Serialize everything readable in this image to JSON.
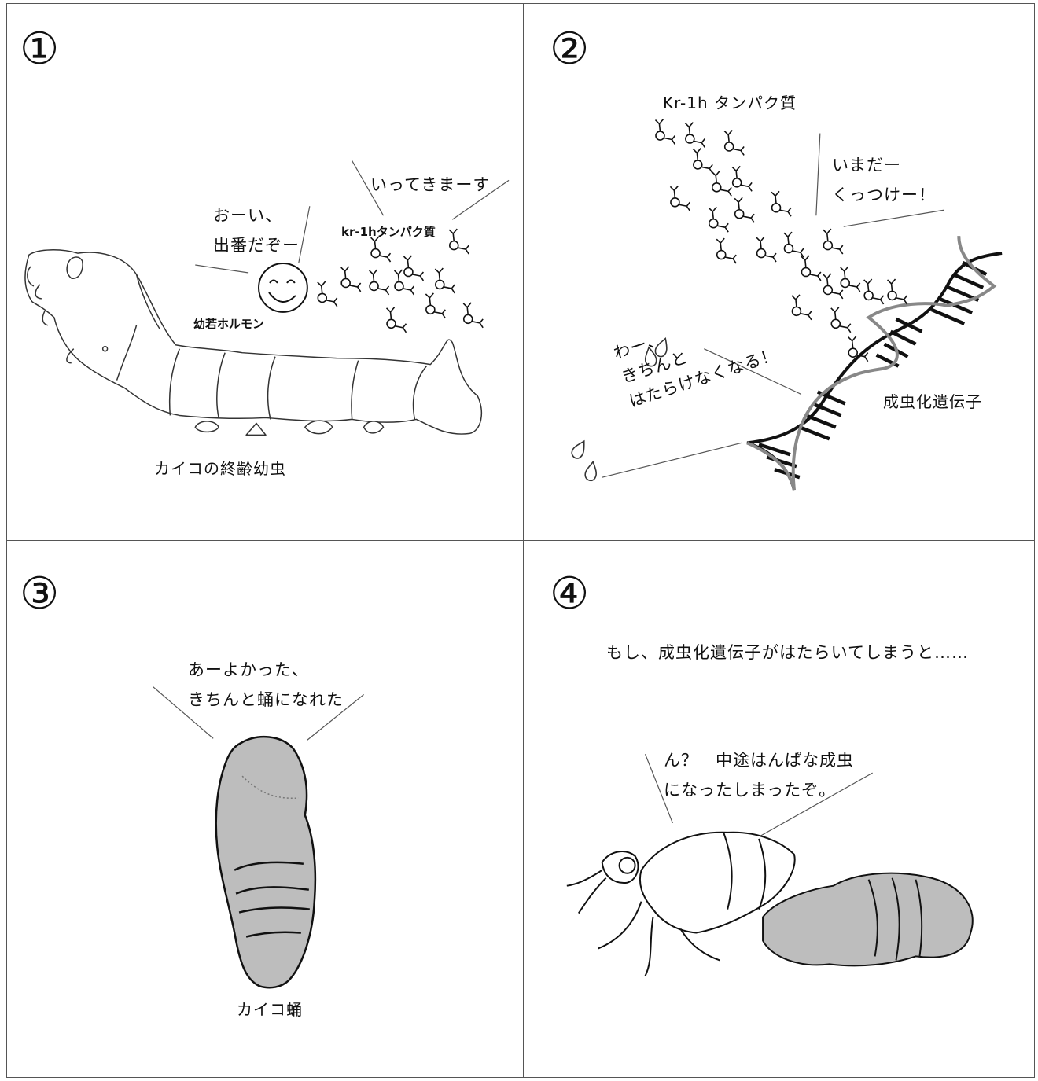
{
  "panels": [
    {
      "number": "①",
      "caterpillar_label": "カイコの終齢幼虫",
      "hormone_label": "幼若ホルモン",
      "hormone_speech": "おーい、\n出番だぞー",
      "protein_label": "kr-1hタンパク質",
      "protein_speech": "いってきまーす"
    },
    {
      "number": "②",
      "protein_label": "Kr-1h タンパク質",
      "protein_speech": "いまだー\nくっつけー！",
      "gene_label": "成虫化遺伝子",
      "gene_speech": "わー、\nきちんと\nはたらけなくなる！"
    },
    {
      "number": "③",
      "speech": "あーよかった、\nきちんと蛹になれた",
      "pupa_label": "カイコ蛹"
    },
    {
      "number": "④",
      "narration": "もし、成虫化遺伝子がはたらいてしまうと……",
      "speech": "ん？　中途はんぱな成虫\nになったしまったぞ。"
    }
  ],
  "colors": {
    "pupa_fill": "#bdbdbd",
    "dna_strand_gray": "#888888",
    "ink": "#111111"
  },
  "icons": {
    "hormone": "smiley-face-icon",
    "protein": "y-shaped-protein-icon",
    "droplet": "sweat-drop-icon"
  }
}
